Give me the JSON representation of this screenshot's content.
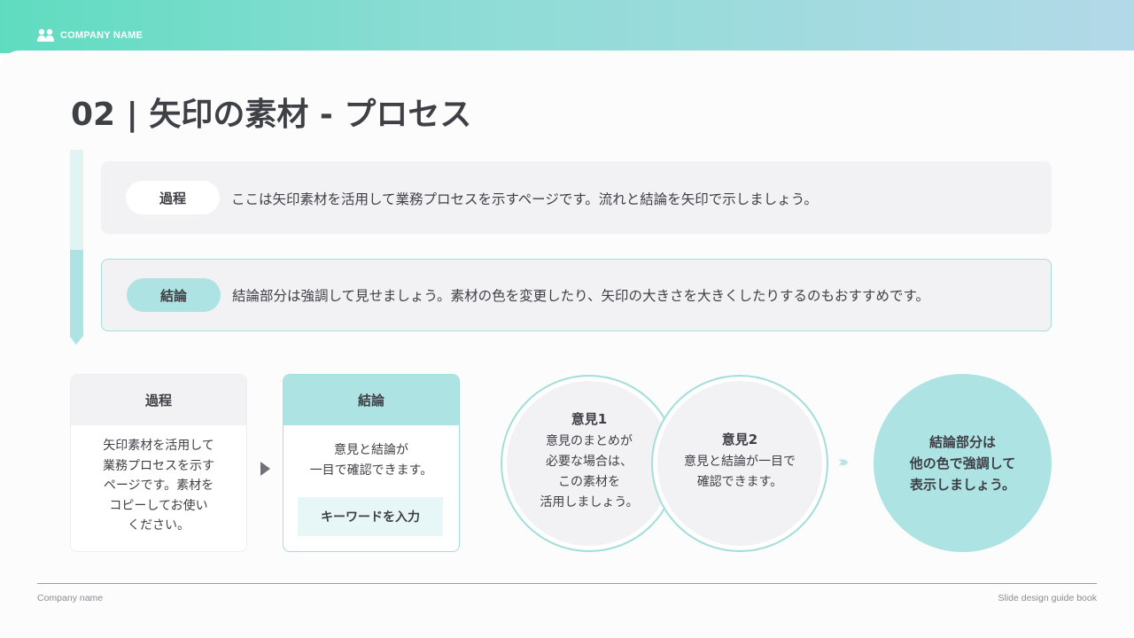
{
  "header": {
    "company": "COMPANY NAME",
    "logo_icon": "people-icon"
  },
  "title": "02 | 矢印の素材 - プロセス",
  "rows": {
    "process": {
      "label": "過程",
      "text": "ここは矢印素材を活用して業務プロセスを示すページです。流れと結論を矢印で示しましょう。"
    },
    "conclusion": {
      "label": "結論",
      "text": "結論部分は強調して見せましょう。素材の色を変更したり、矢印の大きさを大きくしたりするのもおすすめです。"
    }
  },
  "cards": {
    "process": {
      "title": "過程",
      "lines": [
        "矢印素材を活用して",
        "業務プロセスを示す",
        "ページです。素材を",
        "コピーしてお使い",
        "ください。"
      ]
    },
    "conclusion": {
      "title": "結論",
      "lines": [
        "意見と結論が",
        "一目で確認できます。"
      ],
      "button": "キーワードを入力"
    }
  },
  "circles": {
    "opinion1": {
      "title": "意見1",
      "lines": [
        "意見のまとめが",
        "必要な場合は、",
        "この素材を",
        "活用しましょう。"
      ]
    },
    "opinion2": {
      "title": "意見2",
      "lines": [
        "意見と結論が一目で",
        "確認できます。"
      ]
    },
    "result": {
      "lines": [
        "結論部分は",
        "他の色で強調して",
        "表示しましょう。"
      ]
    }
  },
  "footer": {
    "left": "Company name",
    "right": "Slide design guide book"
  },
  "colors": {
    "accent": "#ade3e2",
    "accent_border": "#a4dedb",
    "panel": "#f2f1f4",
    "text": "#3f3f46"
  }
}
